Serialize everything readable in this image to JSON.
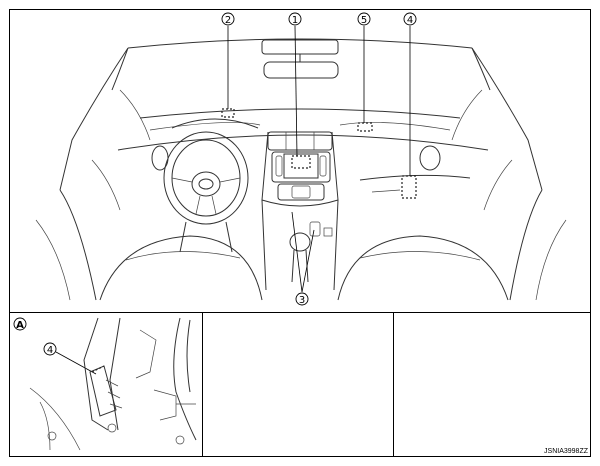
{
  "callouts": {
    "c1": "1",
    "c2": "2",
    "c3": "3",
    "c4": "4",
    "c5": "5",
    "a": "A",
    "a4": "4"
  },
  "figure_id": "JSNIA3998ZZ",
  "colors": {
    "line": "#333333",
    "frame": "#000000",
    "background": "#ffffff"
  }
}
